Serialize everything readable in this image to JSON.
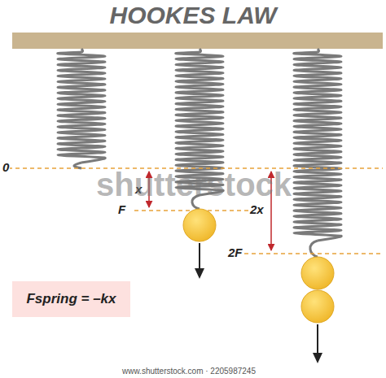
{
  "diagram": {
    "title": "HOOKES LAW",
    "nodes": [
      {
        "text": [
          "Fspring = –kx"
        ]
      }
    ],
    "labels": [
      "0",
      "x",
      "F",
      "2x",
      "2F",
      "shutterstock",
      "www.shutterstock.com · 2205987245"
    ]
  }
}
